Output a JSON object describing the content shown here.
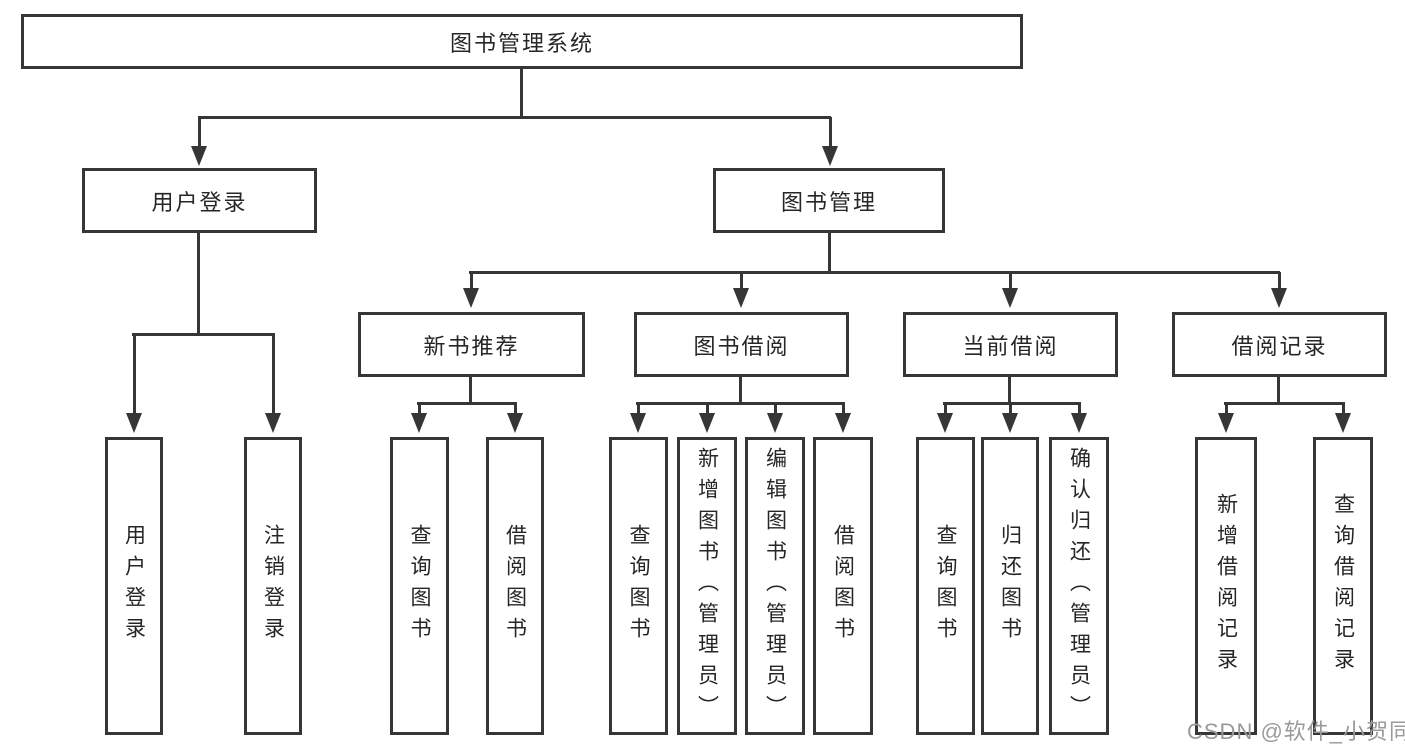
{
  "tree": {
    "label": "图书管理系统",
    "children": [
      {
        "label": "用户登录",
        "children": [
          {
            "label": "用户登录"
          },
          {
            "label": "注销登录"
          }
        ]
      },
      {
        "label": "图书管理",
        "children": [
          {
            "label": "新书推荐",
            "children": [
              {
                "label": "查询图书"
              },
              {
                "label": "借阅图书"
              }
            ]
          },
          {
            "label": "图书借阅",
            "children": [
              {
                "label": "查询图书"
              },
              {
                "label": "新增图书（管理员）"
              },
              {
                "label": "编辑图书（管理员）"
              },
              {
                "label": "借阅图书"
              }
            ]
          },
          {
            "label": "当前借阅",
            "children": [
              {
                "label": "查询图书"
              },
              {
                "label": "归还图书"
              },
              {
                "label": "确认归还（管理员）"
              }
            ]
          },
          {
            "label": "借阅记录",
            "children": [
              {
                "label": "新增借阅记录"
              },
              {
                "label": "查询借阅记录"
              }
            ]
          }
        ]
      }
    ]
  },
  "watermark": {
    "text": "CSDN @软件_小贺同学"
  },
  "colors": {
    "line": "#363636",
    "node_border": "#363636",
    "node_fill": "#ffffff",
    "text": "#262626",
    "watermark": "#9a9a9a",
    "background": "#ffffff"
  }
}
